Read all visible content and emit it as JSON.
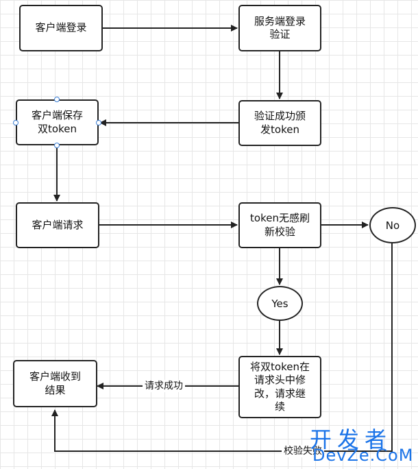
{
  "nodes": {
    "client_login": "客户端登录",
    "server_verify": "服务端登录\n验证",
    "verify_issue": "验证成功颁\n发token",
    "client_save": "客户端保存\n双token",
    "client_request": "客户端请求",
    "token_check": "token无感刷\n新校验",
    "no": "No",
    "yes": "Yes",
    "put_header": "将双token在\n请求头中修\n改，请求继\n续",
    "client_receive": "客户端收到\n结果"
  },
  "edge_labels": {
    "success": "请求成功",
    "fail": "校验失败"
  },
  "watermark": {
    "line1": "开发者",
    "line2": "DevZe.CoM"
  },
  "colors": {
    "stroke": "#222222",
    "grid": "#e6e6e6",
    "handle": "#3b7fd6",
    "watermark": "#1a73e8"
  }
}
